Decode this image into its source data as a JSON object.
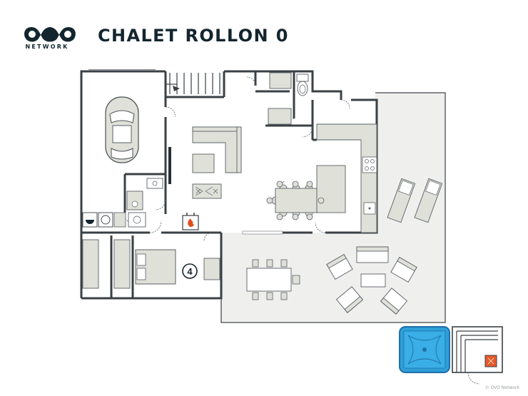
{
  "brand": {
    "logo_name": "OVO",
    "logo_subtitle": "NETWORK"
  },
  "title": "CHALET ROLLON 0",
  "room_badge": "4",
  "copyright": "© OVO Network",
  "colors": {
    "ink": "#13252f",
    "wall": "#3a4044",
    "furniture_fill": "#dfe0d8",
    "outdoor_fill": "#efefee",
    "jacuzzi_blue": "#2e9fd8",
    "jacuzzi_border": "#1f70a8",
    "sauna_heater": "#e85a2a",
    "fire": "#e04f1f"
  },
  "icons": [
    "ovo-logo-icon",
    "car-icon",
    "tv-icon",
    "stairs-icon",
    "toilet-icon",
    "sink-icon",
    "stove-icon",
    "washing-machine-icon",
    "fireplace-icon",
    "jacuzzi-icon",
    "sauna-heater-icon",
    "sun-lounger-icon"
  ]
}
